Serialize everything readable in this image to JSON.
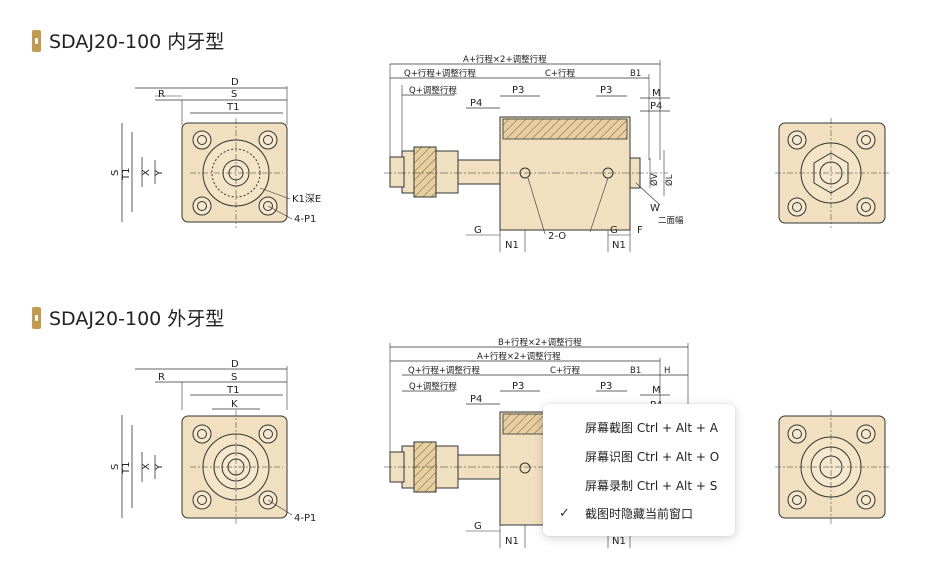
{
  "sections": [
    {
      "title": "SDAJ20-100 内牙型"
    },
    {
      "title": "SDAJ20-100 外牙型"
    }
  ],
  "dims1": {
    "left": {
      "D": "D",
      "R": "R",
      "S": "S",
      "T1": "T1",
      "S_v": "S",
      "T1_v": "T1",
      "X": "X",
      "Y": "Y",
      "K1": "K1深E",
      "P1": "4-P1"
    },
    "side": {
      "A": "A+行程×2+调整行程",
      "Q1": "Q+行程+调整行程",
      "C": "C+行程",
      "B1": "B1",
      "Q2": "Q+调整行程",
      "P3a": "P3",
      "P3b": "P3",
      "M": "M",
      "P4a": "P4",
      "P4b": "P4",
      "V": "ØV",
      "L": "ØL",
      "W": "W",
      "W2": "二面幅",
      "G": "G",
      "G2": "G",
      "N1a": "N1",
      "N1b": "N1",
      "F": "F",
      "O": "2-O"
    }
  },
  "dims2": {
    "left": {
      "D": "D",
      "R": "R",
      "S": "S",
      "T1": "T1",
      "K": "K",
      "S_v": "S",
      "T1_v": "T1",
      "X": "X",
      "Y": "Y",
      "P1": "4-P1"
    },
    "side": {
      "B": "B+行程×2+调整行程",
      "A": "A+行程×2+调整行程",
      "Q1": "Q+行程+调整行程",
      "C": "C+行程",
      "B1": "B1",
      "H": "H",
      "Q2": "Q+调整行程",
      "P3a": "P3",
      "P3b": "P3",
      "M": "M",
      "P4a": "P4",
      "P4b": "P4",
      "G": "G",
      "N1a": "N1",
      "N1b": "N1"
    }
  },
  "context_menu": {
    "items": [
      {
        "label": "屏幕截图 Ctrl + Alt + A"
      },
      {
        "label": "屏幕识图 Ctrl + Alt + O"
      },
      {
        "label": "屏幕录制 Ctrl + Alt + S"
      },
      {
        "label": "截图时隐藏当前窗口",
        "checked": true
      }
    ]
  },
  "colors": {
    "accent": "#c39a4b",
    "body": "#f1e0c0",
    "line": "#333333"
  }
}
